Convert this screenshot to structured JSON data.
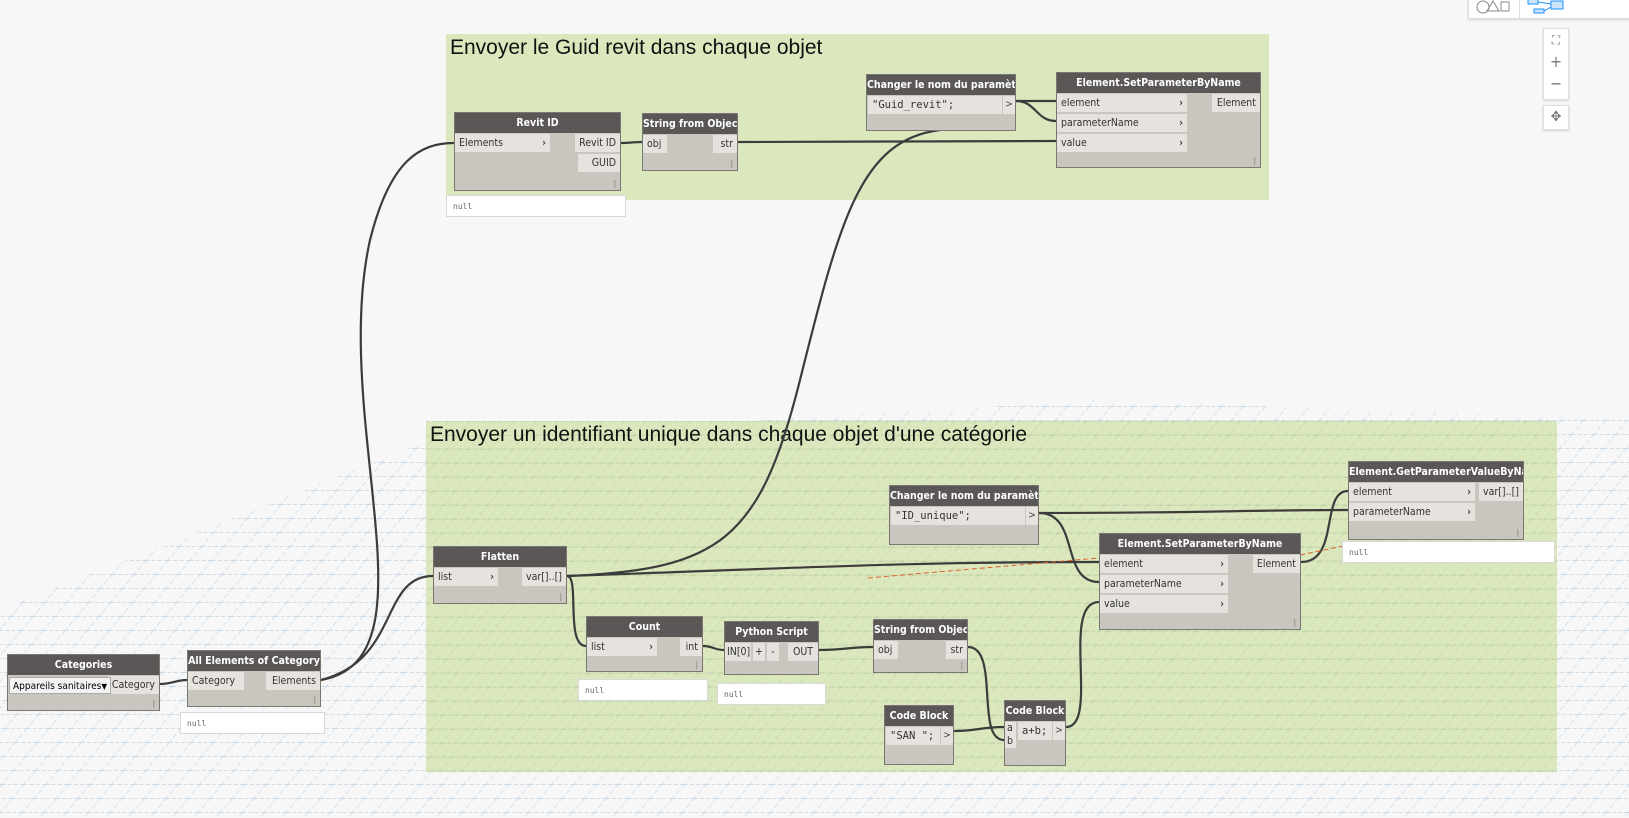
{
  "groups": [
    {
      "title": "Envoyer le Guid revit dans chaque objet"
    },
    {
      "title": "Envoyer un identifiant unique dans chaque objet d'une catégorie"
    }
  ],
  "nodes": {
    "revit_id": {
      "title": "Revit ID",
      "inputs": [
        {
          "label": "Elements",
          "chevron": true
        }
      ],
      "outputs": [
        "Revit ID",
        "GUID"
      ],
      "preview": "null"
    },
    "string_from_object_top": {
      "title": "String from Object",
      "inputs": [
        {
          "label": "obj"
        }
      ],
      "outputs": [
        "str"
      ]
    },
    "changer_nom_top": {
      "title": "Changer le nom du paramètre",
      "code": "\"Guid_revit\";",
      "code_out": ">"
    },
    "set_param_top": {
      "title": "Element.SetParameterByName",
      "inputs": [
        {
          "label": "element",
          "chevron": true
        },
        {
          "label": "parameterName",
          "chevron": true
        },
        {
          "label": "value",
          "chevron": true
        }
      ],
      "outputs": [
        "Element"
      ]
    },
    "categories": {
      "title": "Categories",
      "dropdown": "Appareils sanitaires",
      "outputs": [
        "Category"
      ]
    },
    "all_elements": {
      "title": "All Elements of Category",
      "inputs": [
        {
          "label": "Category"
        }
      ],
      "outputs": [
        "Elements"
      ],
      "preview": "null"
    },
    "flatten": {
      "title": "Flatten",
      "inputs": [
        {
          "label": "list",
          "chevron": true
        }
      ],
      "outputs": [
        "var[]..[]"
      ]
    },
    "count": {
      "title": "Count",
      "inputs": [
        {
          "label": "list",
          "chevron": true
        }
      ],
      "outputs": [
        "int"
      ],
      "preview": "null"
    },
    "python_script": {
      "title": "Python Script",
      "python": {
        "input": "IN[0]",
        "add": "+",
        "remove": "-",
        "output": "OUT"
      },
      "preview": "null"
    },
    "string_from_object_bottom": {
      "title": "String from Object",
      "inputs": [
        {
          "label": "obj"
        }
      ],
      "outputs": [
        "str"
      ]
    },
    "changer_nom_bottom": {
      "title": "Changer le nom du paramètre",
      "code": "\"ID_unique\";",
      "code_out": ">"
    },
    "set_param_bottom": {
      "title": "Element.SetParameterByName",
      "inputs": [
        {
          "label": "element",
          "chevron": true
        },
        {
          "label": "parameterName",
          "chevron": true
        },
        {
          "label": "value",
          "chevron": true
        }
      ],
      "outputs": [
        "Element"
      ]
    },
    "get_param_value": {
      "title": "Element.GetParameterValueByName",
      "inputs": [
        {
          "label": "element",
          "chevron": true
        },
        {
          "label": "parameterName",
          "chevron": true
        }
      ],
      "outputs": [
        "var[]..[]"
      ],
      "preview": "null"
    },
    "code_block_san": {
      "title": "Code Block",
      "code": "\"SAN \";",
      "code_out": ">"
    },
    "code_block_concat": {
      "title": "Code Block",
      "code_inputs": [
        "a",
        "b"
      ],
      "code": "a+b;",
      "code_out": ">"
    }
  },
  "controls": {
    "geometry_view_icon": "geometry-view-icon",
    "graph_view_icon": "graph-view-icon",
    "zoom_fit": "⛶",
    "zoom_in": "+",
    "zoom_out": "−",
    "pan": "✥"
  }
}
